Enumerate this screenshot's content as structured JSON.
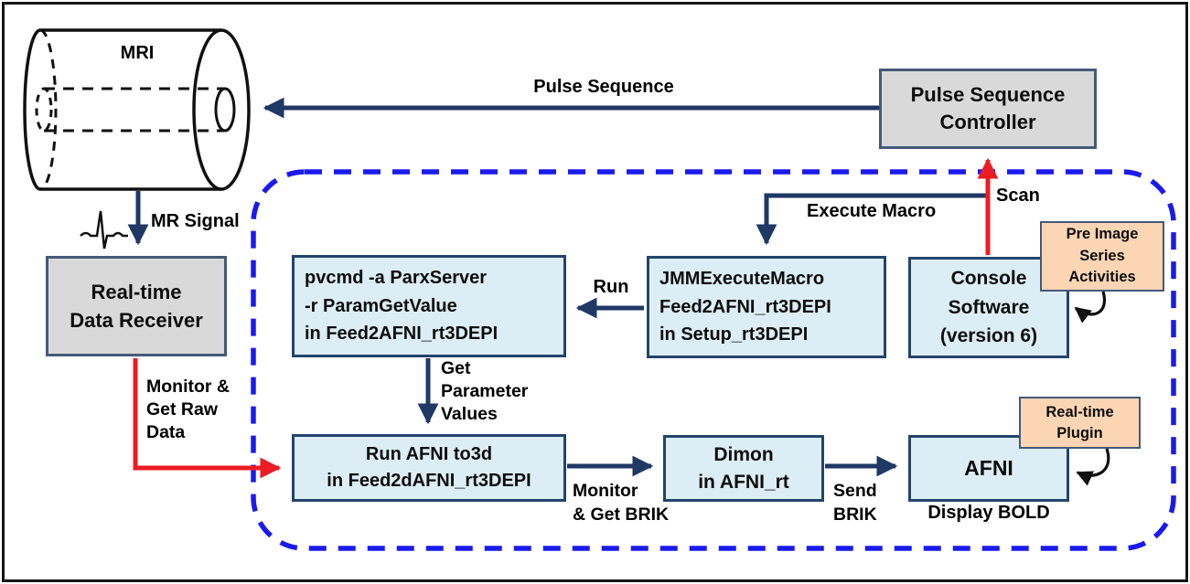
{
  "nodes": {
    "mri": {
      "label": "MRI"
    },
    "pulse_sequence_controller": {
      "label": "Pulse Sequence\nController"
    },
    "real_time_data_receiver": {
      "label": "Real-time\nData Receiver"
    },
    "pvcmd": {
      "label": "pvcmd -a ParxServer\n-r ParamGetValue\nin Feed2AFNI_rt3DEPI"
    },
    "jmm_execute_macro": {
      "label": "JMMExecuteMacro\nFeed2AFNI_rt3DEPI\nin Setup_rt3DEPI"
    },
    "console_software": {
      "label": "Console\nSoftware\n(version 6)"
    },
    "pre_image_series": {
      "label": "Pre Image\nSeries\nActivities"
    },
    "run_afni_to3d": {
      "label": "Run AFNI to3d\nin Feed2dAFNI_rt3DEPI"
    },
    "dimon": {
      "label": "Dimon\nin AFNI_rt"
    },
    "afni": {
      "label": "AFNI",
      "caption": "Display BOLD"
    },
    "real_time_plugin": {
      "label": "Real-time\nPlugin"
    }
  },
  "edge_labels": {
    "pulse_sequence": "Pulse Sequence",
    "mr_signal": "MR Signal",
    "monitor_get_raw_data": "Monitor &\nGet Raw\nData",
    "run": "Run",
    "execute_macro": "Execute Macro",
    "scan": "Scan",
    "get_parameter_values": "Get\nParameter\nValues",
    "monitor_get_brik": "Monitor\n& Get BRIK",
    "send_brik": "Send\nBRIK",
    "display_bold": "Display BOLD"
  },
  "colors": {
    "arrow_navy": "#1f3864",
    "arrow_red": "#ec1c24",
    "dashed_boundary_blue": "#1a1aee",
    "box_fill_light_blue": "#dcedf5",
    "box_fill_gray": "#d9d9d9",
    "box_fill_peach": "#fbd5b4",
    "box_border_navy": "#24446c",
    "box_border_slate": "#45597a"
  }
}
